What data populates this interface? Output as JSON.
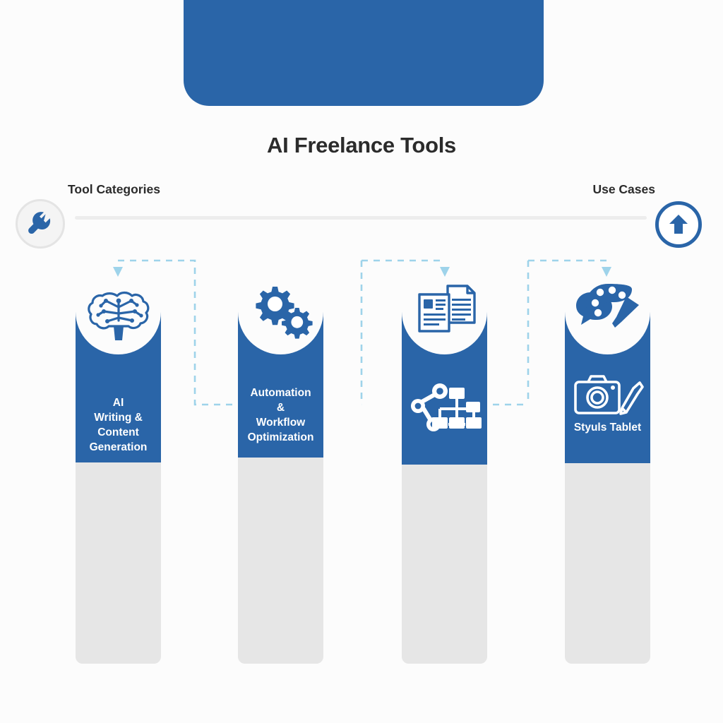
{
  "page": {
    "title": "AI Freelance Tools",
    "background_color": "#fcfcfc",
    "accent_color": "#2a65a8",
    "muted_color": "#e6e6e6",
    "connector_color": "#9ed3ea"
  },
  "banner": {
    "name": "top-banner",
    "color": "#2a65a8",
    "text": ""
  },
  "header": {
    "left_label": "Tool Categories",
    "right_label": "Use Cases",
    "left_icon": "wrench-icon",
    "right_icon": "arrow-up-circle-icon"
  },
  "columns": [
    {
      "id": "col-1",
      "label": "AI\nWriting &\nContent\nGeneration",
      "label_lines": [
        "AI",
        "Writing &",
        "Content",
        "Generation"
      ],
      "top_icon": "brain-network-icon",
      "inner_icon": "",
      "blue_color": "#2a65a8",
      "gray_color": "#e6e6e6"
    },
    {
      "id": "col-2",
      "label": "Automation\n&\nWorkflow\nOptimization",
      "label_lines": [
        "Automation",
        "&",
        "Workflow",
        "Optimization"
      ],
      "top_icon": "gears-icon",
      "inner_icon": "",
      "blue_color": "#2a65a8",
      "gray_color": "#e6e6e6"
    },
    {
      "id": "col-3",
      "label": "",
      "label_lines": [],
      "top_icon": "documents-icon",
      "inner_icon": "robot-arm-network-icon",
      "blue_color": "#2a65a8",
      "gray_color": "#e6e6e6"
    },
    {
      "id": "col-4",
      "label": "Styuls Tablet",
      "label_lines": [
        "Styuls Tablet"
      ],
      "top_icon": "palette-brush-icon",
      "inner_icon": "camera-pencil-icon",
      "blue_color": "#2a65a8",
      "gray_color": "#e6e6e6"
    }
  ]
}
